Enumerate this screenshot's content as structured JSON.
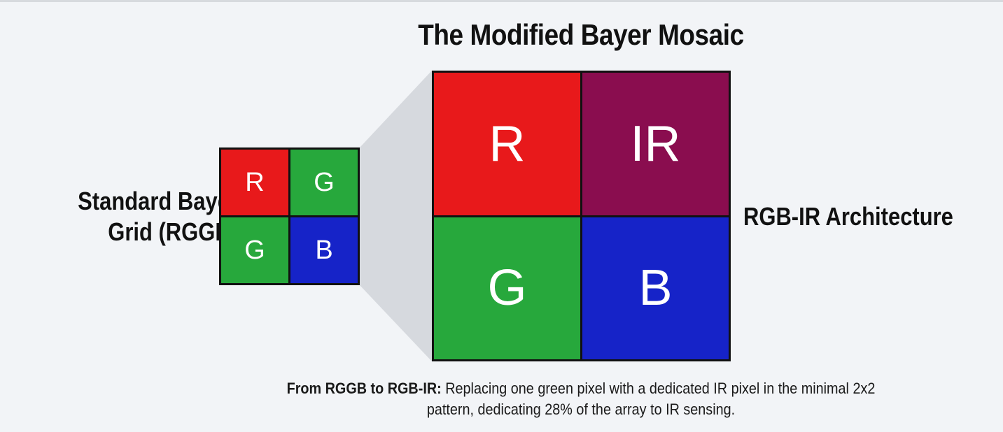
{
  "title": "The Modified Bayer Mosaic",
  "standard_grid": {
    "label_line1": "Standard Bayer",
    "label_line2": "Grid (RGGB)",
    "cells": [
      {
        "label": "R",
        "color": "#e8191b"
      },
      {
        "label": "G",
        "color": "#27a83c"
      },
      {
        "label": "G",
        "color": "#27a83c"
      },
      {
        "label": "B",
        "color": "#1623c8"
      }
    ]
  },
  "rgbir_grid": {
    "label": "RGB-IR Architecture",
    "cells": [
      {
        "label": "R",
        "color": "#e8191b"
      },
      {
        "label": "IR",
        "color": "#8a0d4f"
      },
      {
        "label": "G",
        "color": "#27a83c"
      },
      {
        "label": "B",
        "color": "#1623c8"
      }
    ]
  },
  "connector_color": "#d6d9de",
  "caption": {
    "bold": "From RGGB to RGB-IR:",
    "text": " Replacing one green pixel with a dedicated IR pixel in the minimal 2x2 pattern, dedicating 28% of the array to IR sensing."
  }
}
